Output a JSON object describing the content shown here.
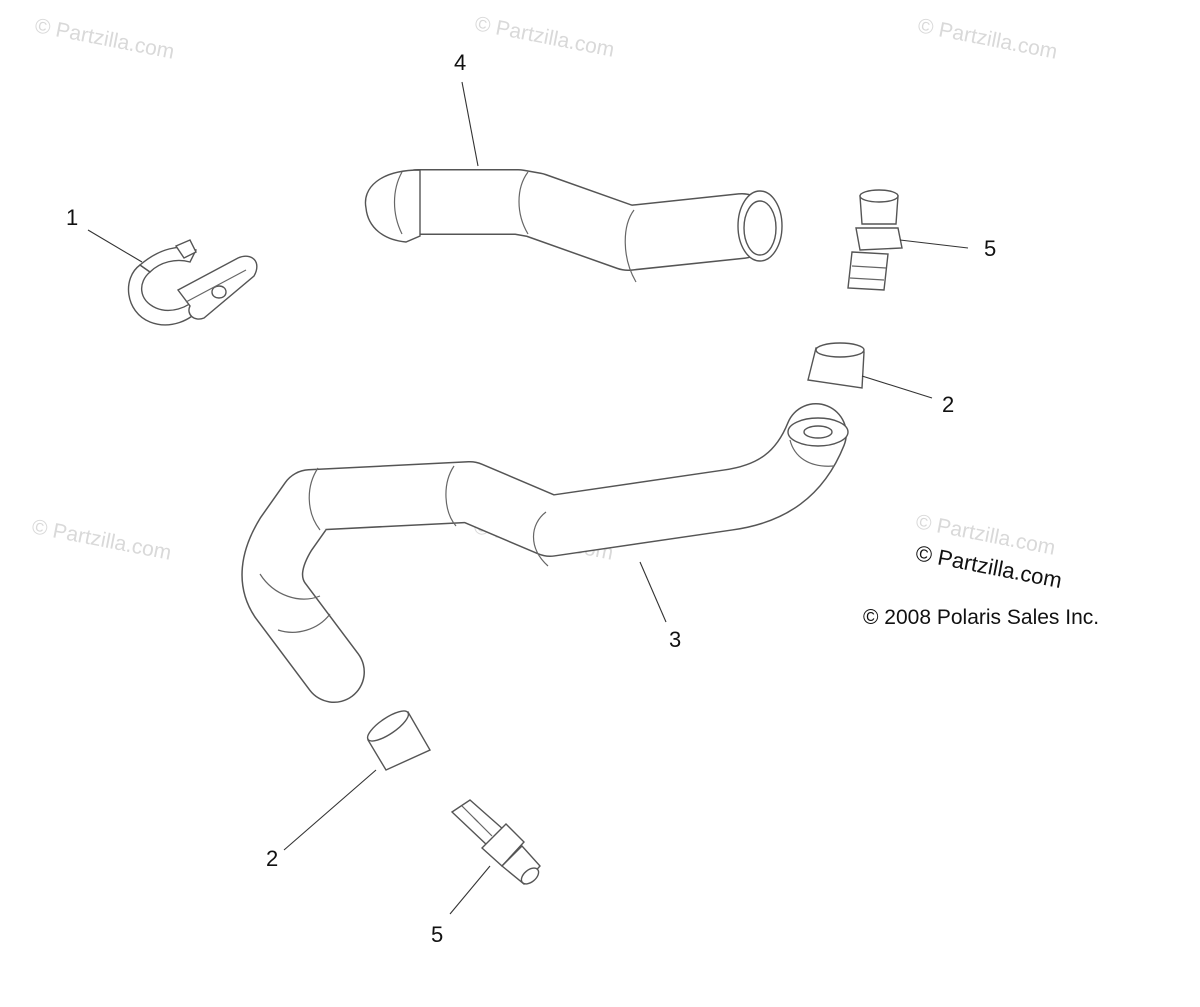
{
  "watermarks": [
    "© Partzilla.com",
    "© Partzilla.com",
    "© Partzilla.com",
    "© Partzilla.com",
    "© Partzilla.com",
    "© Partzilla.com"
  ],
  "callouts": {
    "clamp": "1",
    "sleeve_right": "2",
    "sleeve_left": "2",
    "hose_lower": "3",
    "hose_upper": "4",
    "fitting_right": "5",
    "fitting_lower": "5"
  },
  "brand_mark": "© Partzilla.com",
  "copyright": "© 2008 Polaris Sales Inc."
}
